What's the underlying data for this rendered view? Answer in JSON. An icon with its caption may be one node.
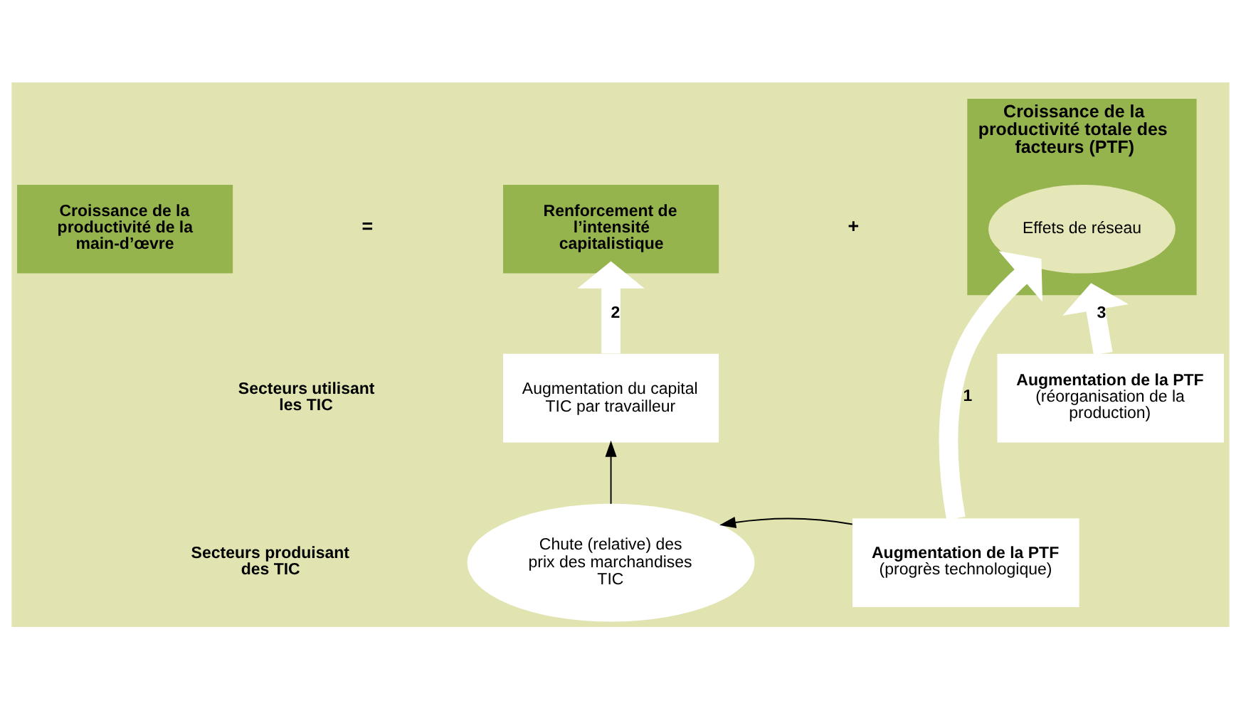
{
  "diagram": {
    "nodes": [
      {
        "text": [
          "Croissance de la productivité de la main-d’œvre"
        ]
      },
      {
        "text": [
          "Renforcement de l’intensité capitalistique"
        ]
      },
      {
        "text": [
          "Croissance de la productivité totale des facteurs (PTF)"
        ]
      },
      {
        "text": [
          "Effets de réseau"
        ],
        "in": 2
      },
      {
        "text": [
          "Augmentation du capital TIC par travailleur"
        ]
      },
      {
        "text": [
          "Augmentation de la PTF",
          "(réorganisation de la production)"
        ]
      },
      {
        "text": [
          "Chute (relative) des prix des marchandises TIC"
        ]
      },
      {
        "text": [
          "Augmentation de la PTF",
          "(progrès technologique)"
        ]
      }
    ],
    "edges": [
      {
        "from": 4,
        "to": 1,
        "arrow": "to",
        "label": "2"
      },
      {
        "from": 5,
        "to": 2,
        "arrow": "to",
        "label": "3"
      },
      {
        "from": 7,
        "to": 3,
        "arrow": "to",
        "label": "1"
      },
      {
        "from": 6,
        "to": 4,
        "arrow": "to",
        "color": "#000000"
      },
      {
        "from": 7,
        "to": 6,
        "arrow": "to",
        "color": "#000000"
      }
    ],
    "labels": [
      "=",
      "+",
      "Secteurs utilisant les TIC",
      "Secteurs produisant des TIC"
    ]
  }
}
